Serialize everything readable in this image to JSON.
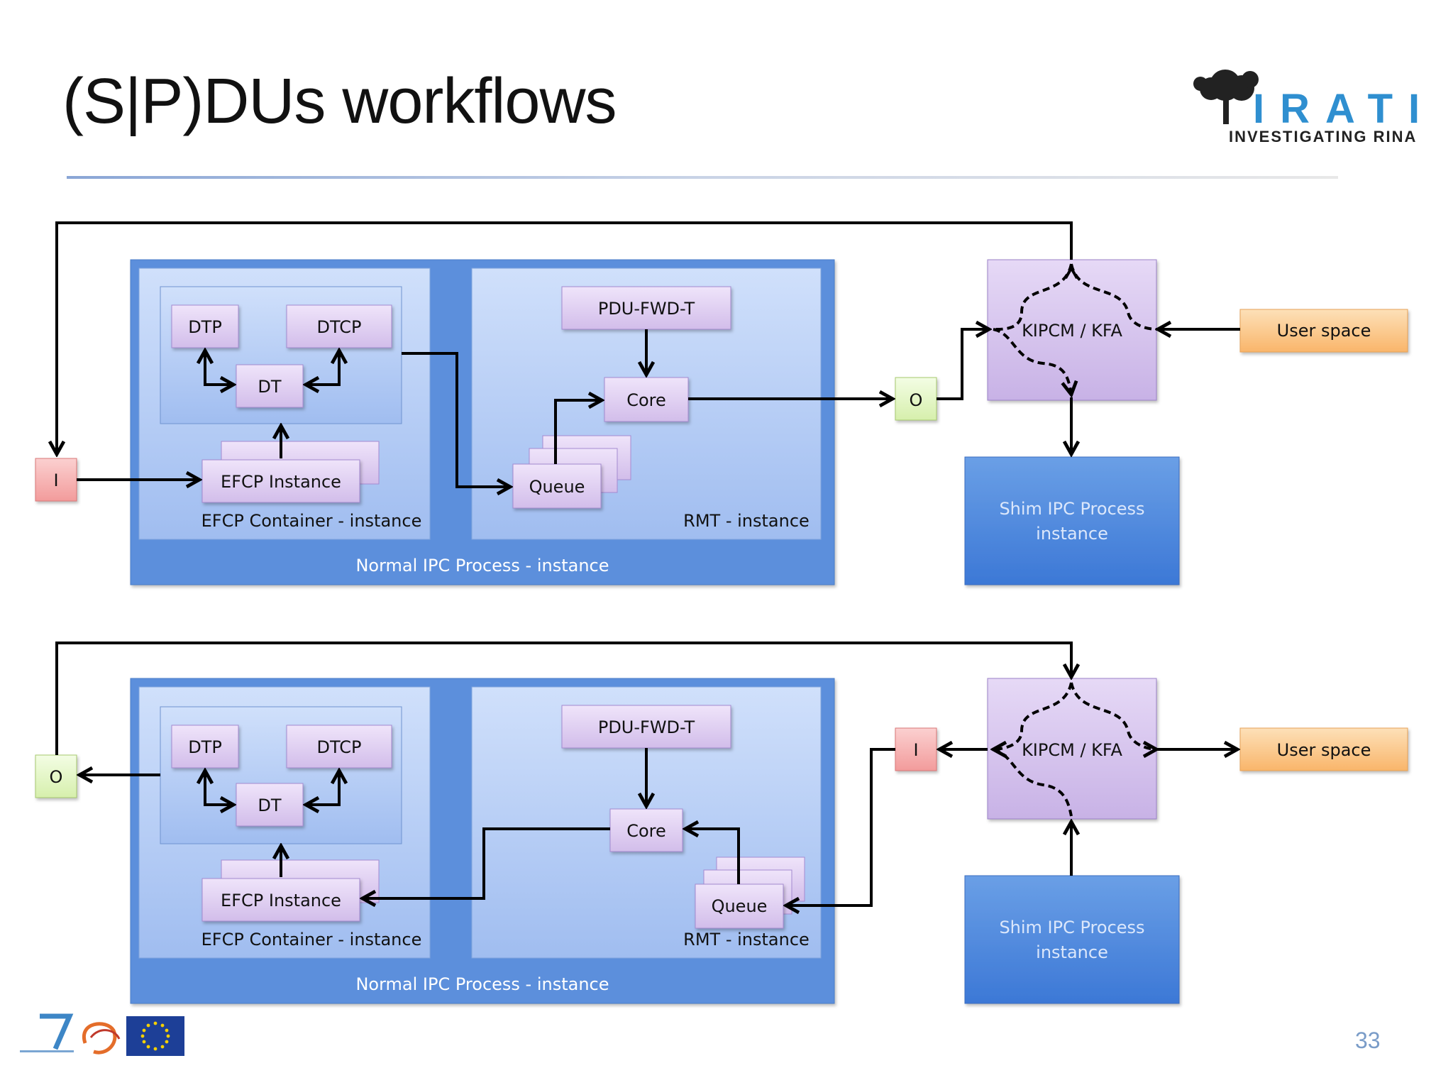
{
  "title": "(S|P)DUs workflows",
  "logo": {
    "word": "IRATI",
    "subtitle": "INVESTIGATING RINA"
  },
  "page_number": "33",
  "diagrams": [
    {
      "efcp_container_label": "EFCP Container - instance",
      "dtp": "DTP",
      "dtcp": "DTCP",
      "dt": "DT",
      "efcp_instance": "EFCP Instance",
      "rmt_label": "RMT - instance",
      "pdu_fwd_t": "PDU-FWD-T",
      "core": "Core",
      "queue": "Queue",
      "normal_ipc_label": "Normal IPC Process - instance",
      "kipcm": "KIPCM / KFA",
      "user_space": "User space",
      "shim_line1": "Shim IPC Process",
      "shim_line2": "instance",
      "left_port": "I",
      "right_port": "O"
    },
    {
      "efcp_container_label": "EFCP Container - instance",
      "dtp": "DTP",
      "dtcp": "DTCP",
      "dt": "DT",
      "efcp_instance": "EFCP Instance",
      "rmt_label": "RMT - instance",
      "pdu_fwd_t": "PDU-FWD-T",
      "core": "Core",
      "queue": "Queue",
      "normal_ipc_label": "Normal IPC Process - instance",
      "kipcm": "KIPCM / KFA",
      "user_space": "User space",
      "shim_line1": "Shim IPC Process",
      "shim_line2": "instance",
      "left_port": "O",
      "right_port": "I"
    }
  ],
  "colors": {
    "outer_blue": "#5b8fdc",
    "inner_blue": "#a7c4f2",
    "lilac": "#dcc9f0",
    "port_green": "#e4f7c4",
    "port_red": "#f7b4b4",
    "user_orange": "#fcc890",
    "shim_blue": "#4f8ade"
  }
}
